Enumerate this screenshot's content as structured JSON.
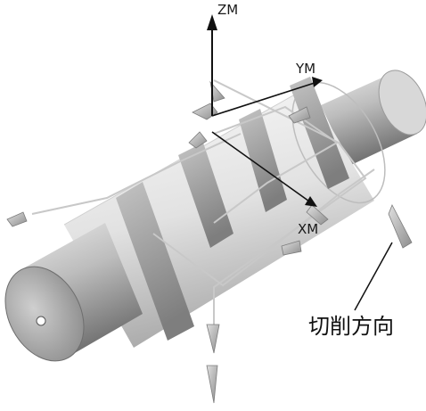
{
  "axes": {
    "z_label": "ZM",
    "y_label": "YM",
    "x_label": "XM"
  },
  "callout": {
    "text": "切削方向"
  },
  "colors": {
    "part_dark": "#8a8a8a",
    "part_mid": "#c9c9c9",
    "part_light": "#f1f1f1",
    "band": "#9a9a9a",
    "path_line": "#bdbdbd",
    "arrow": "#b0b0b0",
    "axis": "#111111"
  }
}
